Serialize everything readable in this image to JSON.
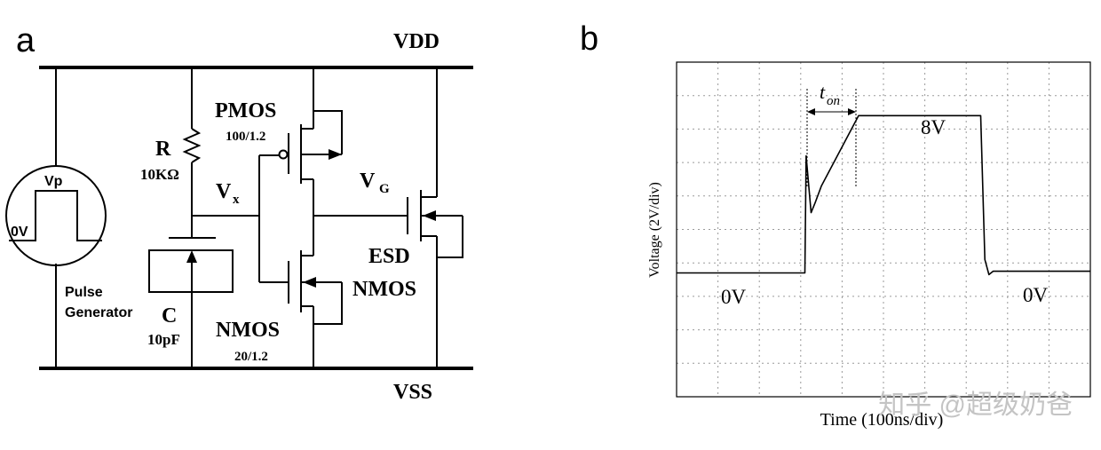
{
  "panel_a": {
    "label": "a",
    "rail_top": "VDD",
    "rail_bottom": "VSS",
    "source": {
      "waveform_label": "Vp",
      "baseline_label": "0V",
      "name_line1": "Pulse",
      "name_line2": "Generator"
    },
    "resistor": {
      "name": "R",
      "value": "10KΩ"
    },
    "node_x": {
      "base": "V",
      "sub": "x"
    },
    "capacitor": {
      "name": "C",
      "value": "10pF"
    },
    "pmos": {
      "name": "PMOS",
      "size": "100/1.2"
    },
    "nmos": {
      "name": "NMOS",
      "size": "20/1.2"
    },
    "node_g": {
      "base": "V",
      "sub": "G"
    },
    "esd": {
      "line1": "ESD",
      "line2": "NMOS"
    }
  },
  "panel_b": {
    "label": "b",
    "xlabel": "Time (100ns/div)",
    "ylabel": "Voltage (2V/div)",
    "marker": {
      "base": "t",
      "sub": "on"
    },
    "level_low_left": "0V",
    "level_high": "8V",
    "level_low_right": "0V",
    "watermark": "知乎 @超级奶爸"
  },
  "chart_data": {
    "type": "line",
    "title": "",
    "xlabel": "Time (100ns/div)",
    "ylabel": "Voltage (2V/div)",
    "x_unit": "div",
    "y_unit": "V",
    "xlim": [
      0,
      10
    ],
    "ylim": [
      -3.7,
      6.3
    ],
    "grid": true,
    "series": [
      {
        "x": [
          0,
          3.1,
          3.13,
          3.25,
          3.35,
          3.5,
          4.4,
          7.35,
          7.45,
          7.55,
          7.65,
          10
        ],
        "y": [
          0,
          0,
          3.5,
          1.8,
          2.1,
          2.6,
          4.7,
          4.7,
          0.4,
          -0.05,
          0.05,
          0.05
        ]
      }
    ],
    "annotations": [
      {
        "text": "t_on",
        "x_start": 3.13,
        "x_end": 4.4,
        "y": 6.0
      },
      {
        "text": "0V",
        "x": 1.4,
        "y": 0.5
      },
      {
        "text": "8V",
        "x": 6.3,
        "y": 5.5
      },
      {
        "text": "0V",
        "x": 8.9,
        "y": 0.5
      }
    ]
  }
}
